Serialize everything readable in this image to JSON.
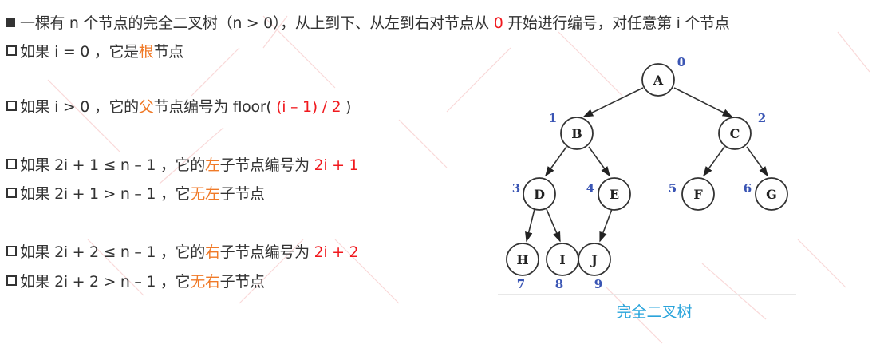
{
  "intro": {
    "prefix": "一棵有 n 个节点的完全二叉树（n > 0），从上到下、从左到右对节点从 ",
    "highlight": "0",
    "suffix": " 开始进行编号，对任意第 i 个节点"
  },
  "rules": [
    {
      "pre": "如果 i = 0 ，它是",
      "emph": "根",
      "post": "节点",
      "formula": ""
    },
    {
      "pre": "如果 i > 0 ，它的",
      "emph": "父",
      "post": "节点编号为 floor( ",
      "formula": "(i – 1) / 2",
      "tail": " )"
    },
    {
      "pre": "如果 2i + 1 ≤ n – 1 ，它的",
      "emph": "左",
      "post": "子节点编号为 ",
      "formula": "2i + 1"
    },
    {
      "pre": "如果 2i + 1 > n – 1 ，它",
      "emph": "无左",
      "post": "子节点",
      "formula": ""
    },
    {
      "pre": "如果 2i + 2 ≤ n – 1 ，它的",
      "emph": "右",
      "post": "子节点编号为 ",
      "formula": "2i + 2"
    },
    {
      "pre": "如果 2i + 2 > n – 1 ，它",
      "emph": "无右",
      "post": "子节点",
      "formula": ""
    }
  ],
  "tree": {
    "caption": "完全二叉树",
    "nodes": [
      {
        "label": "A",
        "index": "0"
      },
      {
        "label": "B",
        "index": "1"
      },
      {
        "label": "C",
        "index": "2"
      },
      {
        "label": "D",
        "index": "3"
      },
      {
        "label": "E",
        "index": "4"
      },
      {
        "label": "F",
        "index": "5"
      },
      {
        "label": "G",
        "index": "6"
      },
      {
        "label": "H",
        "index": "7"
      },
      {
        "label": "I",
        "index": "8"
      },
      {
        "label": "J",
        "index": "9"
      }
    ]
  },
  "colors": {
    "text": "#333333",
    "highlight_red": "#f0191e",
    "highlight_orange": "#f07a28",
    "index_blue": "#3a55b4",
    "caption_blue": "#2aa4db"
  }
}
